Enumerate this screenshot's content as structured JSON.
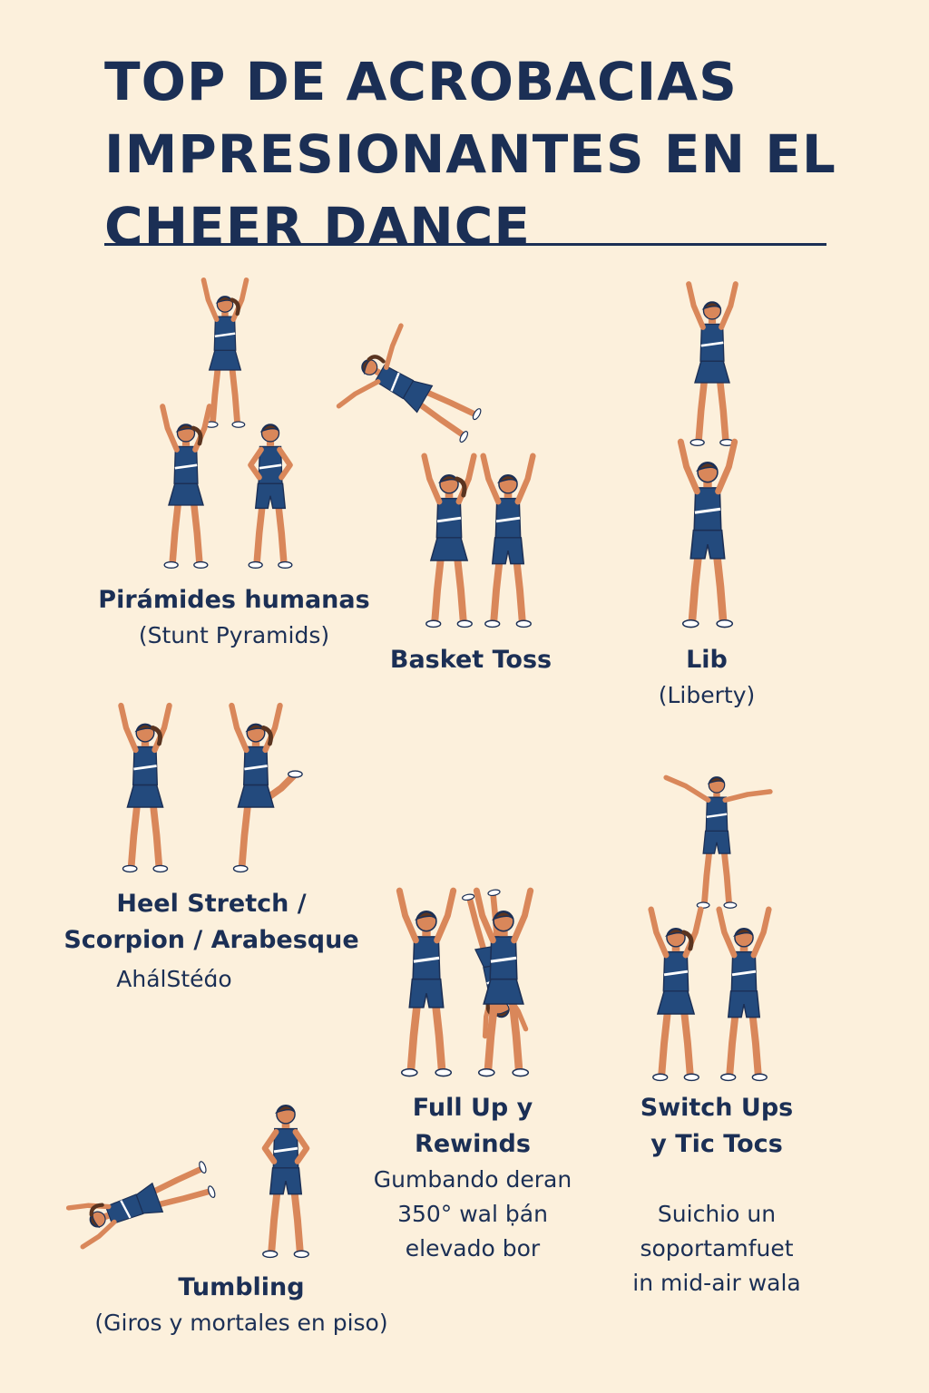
{
  "title": {
    "lines": [
      "TOP DE ACROBACIAS",
      "IMPRESIONANTES EN EL",
      "CHEER DANCE"
    ]
  },
  "stunts": [
    {
      "name": "Pirámides humanas",
      "lines": [
        "(Stunt Pyramids)"
      ]
    },
    {
      "name": "Basket Toss",
      "lines": []
    },
    {
      "name": "Lib",
      "lines": [
        "(Liberty)"
      ]
    },
    {
      "name_lines": [
        "Heel Stretch /",
        "Scorpion / Arabesque"
      ],
      "lines": [
        "AhálStéɑ́o"
      ]
    },
    {
      "name": "Tumbling",
      "lines": [
        "(Giros y mortales en piso)"
      ]
    },
    {
      "name_lines": [
        "Full Up y",
        "Rewinds"
      ],
      "lines": [
        "Gumbando deran",
        "350° wal ḅán",
        "elevado bor"
      ]
    },
    {
      "name_lines": [
        "Switch Ups",
        "y Tic Tocs"
      ],
      "lines": [
        "Suichio un",
        "soportamfuet",
        "in mid-air wala"
      ]
    }
  ],
  "colors": {
    "background": "#fcf0dc",
    "navy": "#1b2f55",
    "uniform": "#234a7d",
    "skin": "#d9875a",
    "hair": "#5a3420"
  }
}
